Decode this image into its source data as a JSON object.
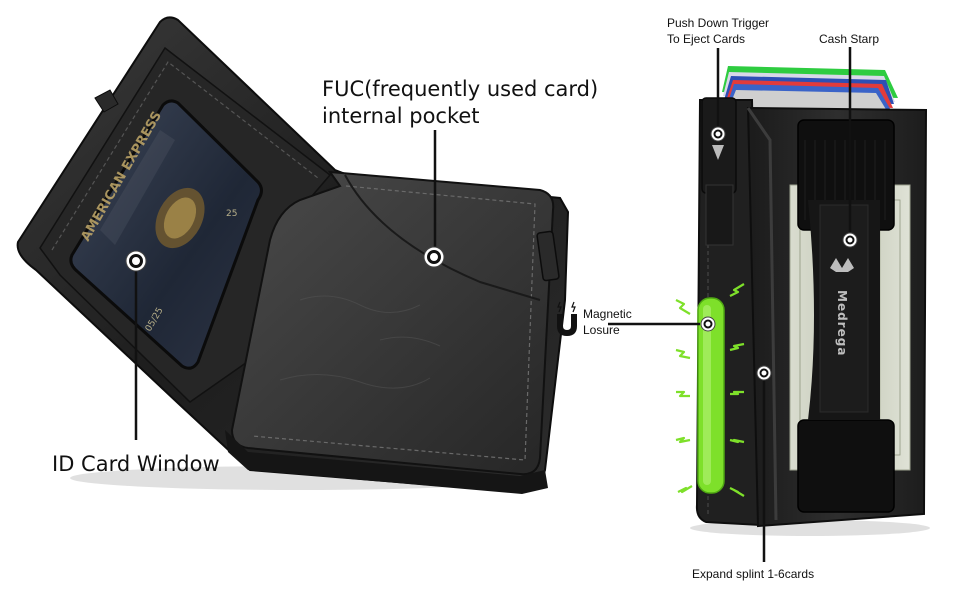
{
  "labels": {
    "fuc_line1": "FUC(frequently used card)",
    "fuc_line2": "internal pocket",
    "id_window": "ID Card Window",
    "push_line1": "Push Down Trigger",
    "push_line2": "To Eject Cards",
    "cash_strap": "Cash Starp",
    "magnetic_line1": "Magnetic",
    "magnetic_line2": "Losure",
    "expand": "Expand splint 1-6cards"
  },
  "card_text": {
    "brand": "AMERICAN EXPRESS",
    "digits": "25",
    "expiry": "05/25"
  },
  "strap_logo": "Medrega",
  "colors": {
    "leather": "#1a1a1a",
    "leather_light": "#3a3a3a",
    "metal": "#232323",
    "magnet_green": "#7ee02a",
    "marker_white": "#ffffff"
  }
}
